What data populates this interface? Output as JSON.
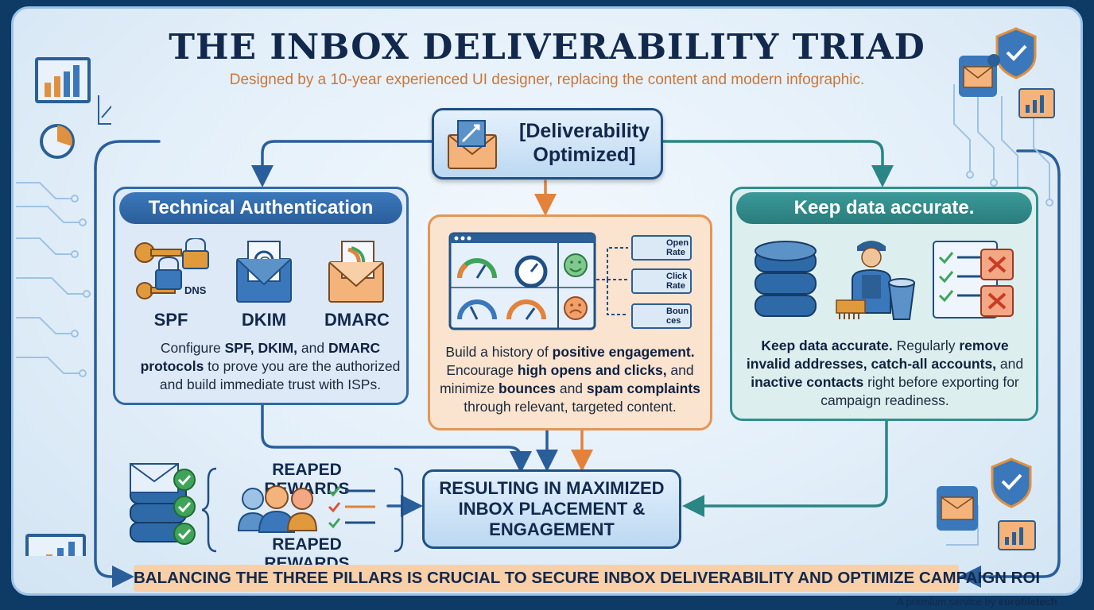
{
  "title": "THE INBOX DELIVERABILITY TRIAD",
  "subtitle": "Designed by a 10-year experienced UI designer, replacing the content and modern infographic.",
  "hub": {
    "label": "[Deliverability Optimized]"
  },
  "technical": {
    "heading": "Technical Authentication",
    "dns_label": "DNS",
    "protocols": [
      "SPF",
      "DKIM",
      "DMARC"
    ],
    "description": [
      {
        "t": "Configure ",
        "b": false
      },
      {
        "t": "SPF, DKIM,",
        "b": true
      },
      {
        "t": " and ",
        "b": false
      },
      {
        "t": "DMARC protocols",
        "b": true
      },
      {
        "t": " to prove you are the authorized and build immediate trust with ISPs.",
        "b": false
      }
    ]
  },
  "engagement": {
    "metrics": [
      "Open Rate",
      "Click Rate",
      "Boun ces"
    ],
    "description": [
      {
        "t": "Build a history of ",
        "b": false
      },
      {
        "t": "positive engagement.",
        "b": true
      },
      {
        "t": " Encourage ",
        "b": false
      },
      {
        "t": "high opens and clicks,",
        "b": true
      },
      {
        "t": " and minimize ",
        "b": false
      },
      {
        "t": "bounces",
        "b": true
      },
      {
        "t": " and ",
        "b": false
      },
      {
        "t": "spam complaints",
        "b": true
      },
      {
        "t": " through relevant, targeted content.",
        "b": false
      }
    ]
  },
  "data_quality": {
    "heading": "Keep data accurate.",
    "description": [
      {
        "t": "Keep data accurate.",
        "b": true
      },
      {
        "t": " Regularly ",
        "b": false
      },
      {
        "t": "remove invalid addresses, catch-all accounts,",
        "b": true
      },
      {
        "t": " and ",
        "b": false
      },
      {
        "t": "inactive contacts",
        "b": true
      },
      {
        "t": " right before exporting for campaign readiness.",
        "b": false
      }
    ]
  },
  "rewards": {
    "top_label": "REAPED REWARDS",
    "bottom_label": "REAPED REWARDS"
  },
  "result": {
    "label": "RESULTING IN MAXIMIZED INBOX PLACEMENT & ENGAGEMENT"
  },
  "banner": "BALANCING THE THREE PILLARS IS CRUCIAL TO SECURE INBOX DELIVERABILITY AND OPTIMIZE CAMPAIGN ROI",
  "footer": {
    "prefix": "A premium service by ",
    "brand": "eurofiletech"
  },
  "colors": {
    "navy": "#12294d",
    "blue": "#2f69a8",
    "orange": "#e3823b",
    "teal": "#318e8e",
    "green": "#3fa45a",
    "red": "#d9573f"
  }
}
